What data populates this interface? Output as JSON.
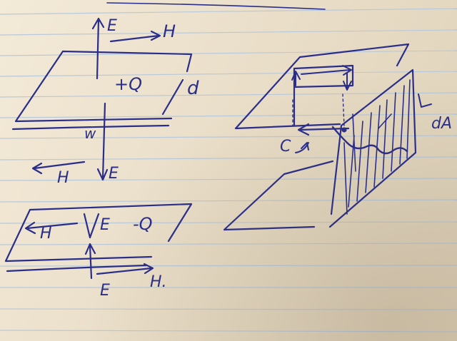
{
  "labels": {
    "top_e": "E",
    "top_h": "H",
    "plus_q": "+Q",
    "top_d": "d",
    "top_w": "w",
    "top_bottom_h": "H",
    "top_bottom_e": "E",
    "mid_h": "H",
    "mid_e": "E",
    "mid_q": "-Q",
    "low_e": "E",
    "low_h": "H.",
    "right_c": "C",
    "right_da": "dA"
  },
  "colors": {
    "ink": "#2a2e8a",
    "paper": "#efe5d2",
    "rule_line": "#b9c9d9"
  }
}
